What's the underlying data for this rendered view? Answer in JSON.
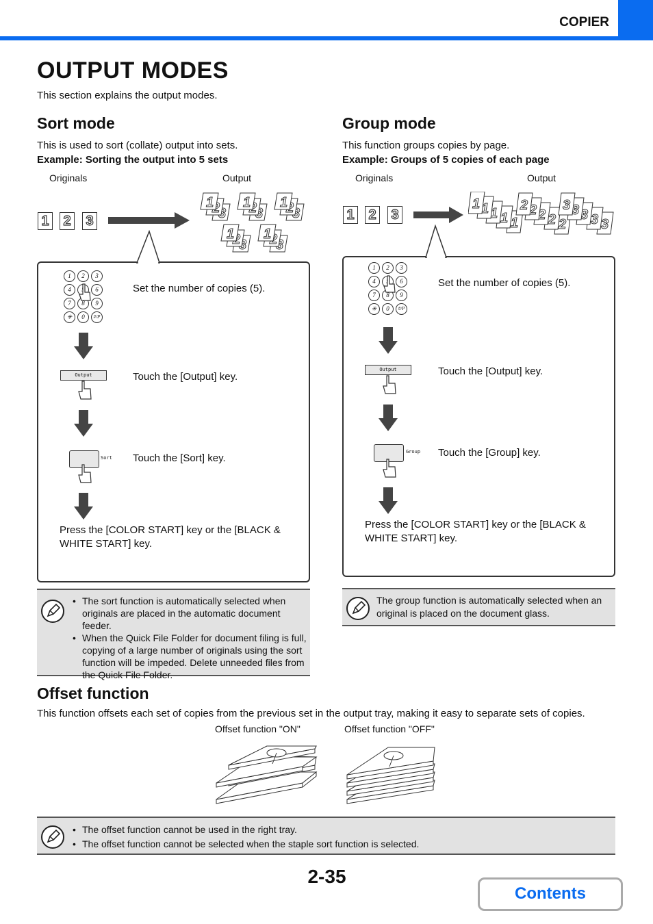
{
  "header": {
    "section": "COPIER"
  },
  "title": "OUTPUT MODES",
  "intro": "This section explains the output modes.",
  "sort": {
    "heading": "Sort mode",
    "desc": "This is used to sort (collate) output into sets.",
    "example": "Example: Sorting the output into 5 sets",
    "originals_label": "Originals",
    "output_label": "Output",
    "originals": [
      "1",
      "2",
      "3"
    ],
    "steps": {
      "copies": "Set the number of copies (5).",
      "output": "Touch the [Output] key.",
      "sort": "Touch the [Sort] key.",
      "start": "Press the [COLOR START] key or the [BLACK & WHITE START] key."
    },
    "output_key_label": "Output",
    "sort_key_label": "Sort",
    "notes": [
      "The sort function is automatically selected when originals are placed in the automatic document feeder.",
      "When the Quick File Folder for document filing is full, copying of a large number of originals using the sort function will be impeded. Delete unneeded files from the Quick File Folder."
    ]
  },
  "group": {
    "heading": "Group mode",
    "desc": "This function groups copies by page.",
    "example": "Example: Groups of 5 copies of each page",
    "originals_label": "Originals",
    "output_label": "Output",
    "originals": [
      "1",
      "2",
      "3"
    ],
    "steps": {
      "copies": "Set the number of copies (5).",
      "output": "Touch the [Output] key.",
      "group": "Touch the [Group] key.",
      "start": "Press the [COLOR START] key or the [BLACK & WHITE START] key."
    },
    "output_key_label": "Output",
    "group_key_label": "Group",
    "note": "The group function is automatically selected when an original is placed on the document glass."
  },
  "keypad": [
    "1",
    "2",
    "3",
    "4",
    "5",
    "6",
    "7",
    "8",
    "9",
    "✳",
    "0",
    "#/P"
  ],
  "offset": {
    "heading": "Offset function",
    "desc": "This function offsets each set of copies from the previous set in the output tray, making it easy to separate sets of copies.",
    "on_label": "Offset function \"ON\"",
    "off_label": "Offset function \"OFF\"",
    "notes": [
      "The offset function cannot be used in the right tray.",
      "The offset function cannot be selected when the staple sort function is selected."
    ]
  },
  "footer": {
    "page": "2-35",
    "contents": "Contents"
  },
  "colors": {
    "accent": "#0a6cf0",
    "note_bg": "#e2e2e2"
  },
  "icons": [
    "pencil-note-icon",
    "arrow-down-icon",
    "arrow-right-icon",
    "hand-pointer-icon",
    "keypad-icon"
  ]
}
